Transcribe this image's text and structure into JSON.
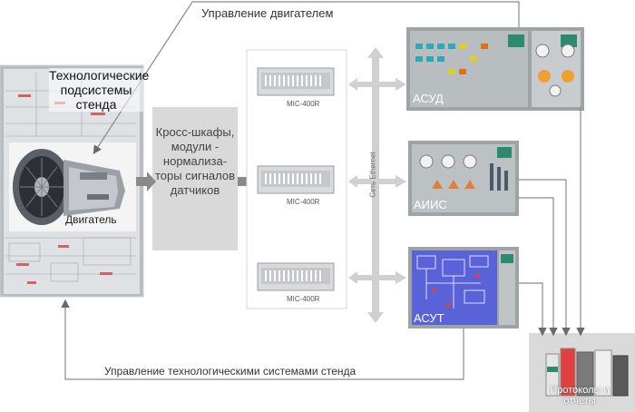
{
  "labels": {
    "engine_control": "Управление двигателем",
    "tech_subsystems": "Технологические подсистемы стенда",
    "engine": "Двигатель",
    "cross_cabinets": "Кросс-шкафы, модули - нормализа-торы сигналов датчиков",
    "mic1": "MIC-400R",
    "mic2": "MIC-400R",
    "mic3": "MIC-400R",
    "ethernet": "Сеть Ethernet",
    "asud": "АСУД",
    "aiis": "АИИС",
    "asut": "АСУТ",
    "protocols": "Протоколы и отчеты",
    "tech_control": "Управление технологическими системами стенда"
  },
  "colors": {
    "arrow_gray": "#9a9a9a",
    "line_gray": "#8a8a8a",
    "panel_bg": "#9ea4a6",
    "screen_green": "#2e8a6e",
    "screen_blue": "#5a62d8",
    "box_fill": "#d9d9d9"
  }
}
